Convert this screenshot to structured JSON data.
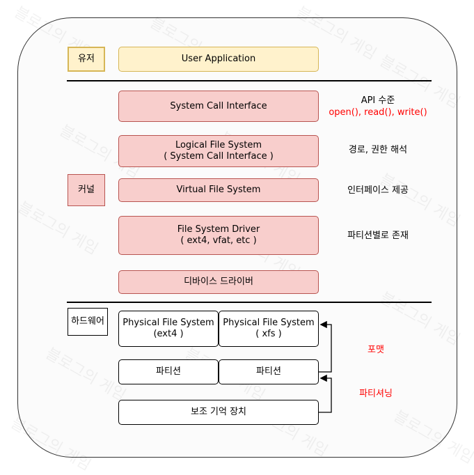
{
  "layers": {
    "user_label": "유저",
    "kernel_label": "커널",
    "hardware_label": "하드웨어"
  },
  "boxes": {
    "user_application": "User Application",
    "system_call_interface": "System Call Interface",
    "logical_fs_line1": "Logical File System",
    "logical_fs_line2": "( System Call Interface )",
    "virtual_fs": "Virtual File System",
    "fs_driver_line1": "File System Driver",
    "fs_driver_line2": "( ext4, vfat, etc )",
    "device_driver": "디바이스 드라이버",
    "physical_fs_left_line1": "Physical File System",
    "physical_fs_left_line2": "(ext4 )",
    "physical_fs_right_line1": "Physical File System",
    "physical_fs_right_line2": "( xfs )",
    "partition_left": "파티션",
    "partition_right": "파티션",
    "storage": "보조 기억 장치"
  },
  "notes": {
    "api_level": "API 수준",
    "api_functions": "open(), read(), write()",
    "path_permission": "경로, 권한 해석",
    "interface": "인터페이스 제공",
    "per_partition": "파티션별로 존재",
    "format": "포맷",
    "partitioning": "파티셔닝"
  },
  "watermark": "블로그의 게임",
  "colors": {
    "user_fill": "#fff2cc",
    "user_border": "#d6b656",
    "kernel_fill": "#f8cecc",
    "kernel_border": "#b85450",
    "highlight_text": "#ff0000"
  }
}
